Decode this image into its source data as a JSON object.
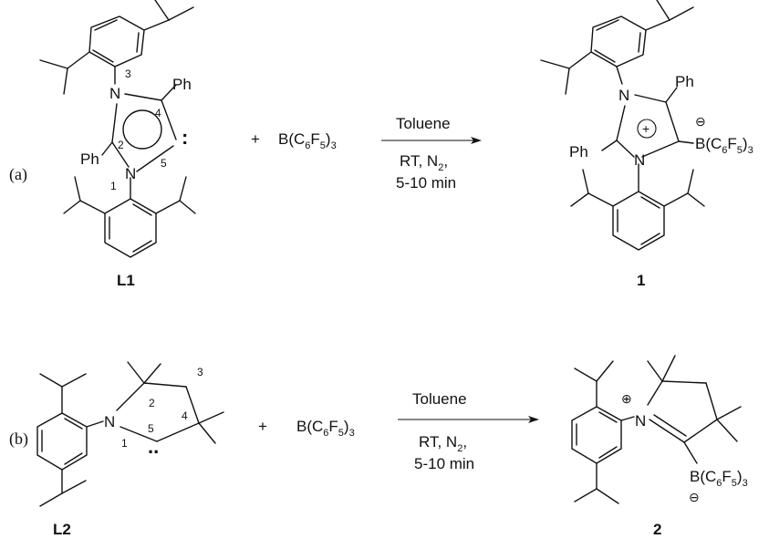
{
  "panels": {
    "a": {
      "label": "(a)",
      "reactant_label": "L1",
      "product_label": "1",
      "plus": "+",
      "reagent": {
        "base": "B(C",
        "sub1": "6",
        "mid": "F",
        "sub2": "5",
        "tail": ")",
        "sub3": "3"
      },
      "conditions": {
        "solvent": "Toluene",
        "line2_text": "RT, N",
        "line2_sub": "2",
        "line2_tail": ",",
        "time": "5-10 min"
      },
      "reactant_atoms": {
        "n_top": "N",
        "n_bottom": "N",
        "ph_top": "Ph",
        "ph_left": "Ph",
        "lone_pair": ":"
      },
      "reactant_positions": {
        "p1": "1",
        "p2": "2",
        "p3": "3",
        "p4": "4",
        "p5": "5"
      },
      "reactant_charge": "",
      "product_atoms": {
        "n_top": "N",
        "n_bottom": "N",
        "ph_top": "Ph",
        "ph_left": "Ph",
        "plus": "+",
        "minus": "⊖",
        "boron": "B(C6F5)3"
      }
    },
    "b": {
      "label": "(b)",
      "reactant_label": "L2",
      "product_label": "2",
      "plus": "+",
      "reagent": {
        "base": "B(C",
        "sub1": "6",
        "mid": "F",
        "sub2": "5",
        "tail": ")",
        "sub3": "3"
      },
      "conditions": {
        "solvent": "Toluene",
        "line2_text": "RT, N",
        "line2_sub": "2",
        "line2_tail": ",",
        "time": "5-10 min"
      },
      "reactant_atoms": {
        "n": "N",
        "lone_pair": ".."
      },
      "reactant_positions": {
        "p1": "1",
        "p2": "2",
        "p3": "3",
        "p4": "4",
        "p5": "5"
      },
      "product_atoms": {
        "n": "N",
        "plus": "⊕",
        "minus": "⊖"
      }
    }
  }
}
